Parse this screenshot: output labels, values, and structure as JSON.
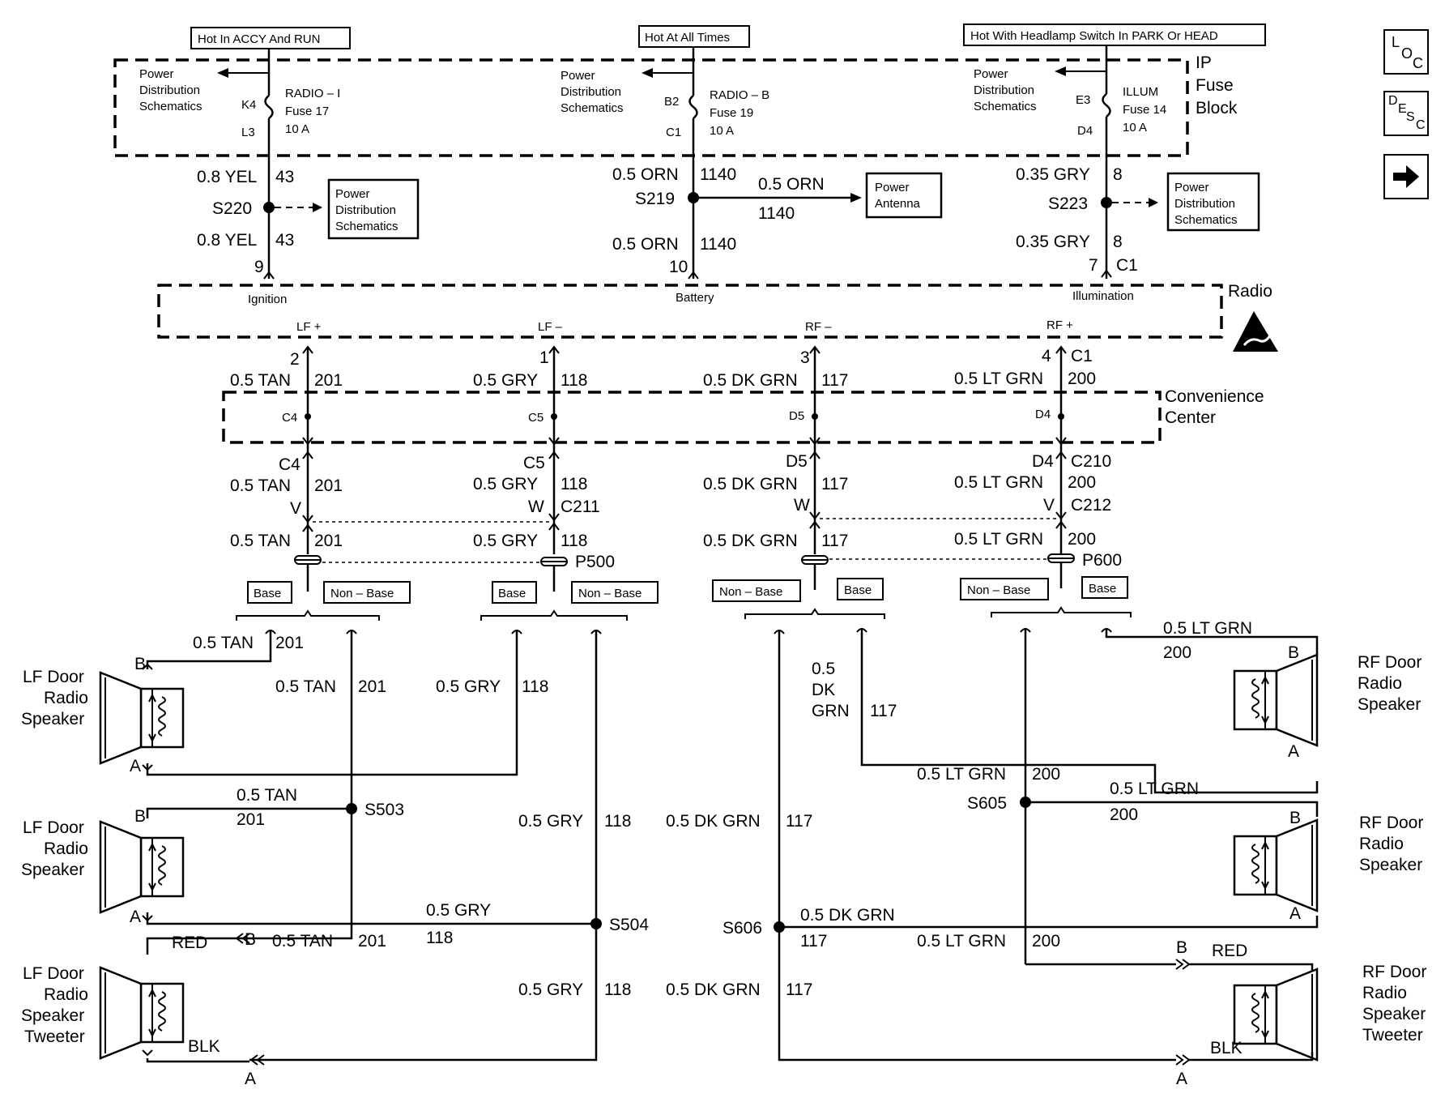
{
  "headers": {
    "accy_run": "Hot In ACCY And RUN",
    "all_times": "Hot At All Times",
    "headlamp": "Hot With Headlamp Switch In PARK Or HEAD"
  },
  "fuse_block": {
    "title_1": "IP",
    "title_2": "Fuse",
    "title_3": "Block",
    "pds_1": "Power",
    "pds_2": "Distribution",
    "pds_3": "Schematics",
    "radio_i": {
      "name": "RADIO – I",
      "fuse": "Fuse 17",
      "amps": "10 A",
      "in": "K4",
      "out": "L3"
    },
    "radio_b": {
      "name": "RADIO – B",
      "fuse": "Fuse 19",
      "amps": "10 A",
      "in": "B2",
      "out": "C1"
    },
    "illum": {
      "name": "ILLUM",
      "fuse": "Fuse 14",
      "amps": "10 A",
      "in": "E3",
      "out": "D4"
    }
  },
  "feeds": {
    "yel": "0.8 YEL",
    "yel_ckt": "43",
    "orn": "0.5 ORN",
    "orn_ckt": "1140",
    "gry": "0.35 GRY",
    "gry_ckt": "8",
    "s220": "S220",
    "s219": "S219",
    "s223": "S223",
    "pin_9": "9",
    "pin_10": "10",
    "pin_7": "7",
    "c1": "C1",
    "power_antenna_1": "Power",
    "power_antenna_2": "Antenna"
  },
  "radio": {
    "label": "Radio",
    "ignition": "Ignition",
    "battery": "Battery",
    "illumination": "Illumination",
    "lf_plus": "LF +",
    "lf_minus": "LF –",
    "rf_minus": "RF –",
    "rf_plus": "RF +",
    "pin_2": "2",
    "pin_1": "1",
    "pin_3": "3",
    "pin_4": "4"
  },
  "wires": {
    "tan": "0.5 TAN",
    "tan_ckt": "201",
    "gry": "0.5 GRY",
    "gry_ckt": "118",
    "dkgrn": "0.5 DK GRN",
    "dkgrn_ckt": "117",
    "ltgrn": "0.5 LT GRN",
    "ltgrn_ckt": "200",
    "dk_1": "0.5",
    "dk_2": "DK",
    "dk_3": "GRN",
    "red": "RED",
    "blk": "BLK"
  },
  "convenience": {
    "title_1": "Convenience",
    "title_2": "Center",
    "c4": "C4",
    "c5": "C5",
    "d5": "D5",
    "d4": "D4",
    "c210": "C210",
    "c211": "C211",
    "c212": "C212",
    "v": "V",
    "w": "W",
    "p500": "P500",
    "p600": "P600",
    "base": "Base",
    "non_base": "Non – Base"
  },
  "splices": {
    "s503": "S503",
    "s504": "S504",
    "s605": "S605",
    "s606": "S606"
  },
  "speakers": {
    "lf_door_1": "LF Door",
    "lf_door_2": "Radio",
    "lf_door_3": "Speaker",
    "rf_door_1": "RF Door",
    "rf_door_2": "Radio",
    "rf_door_3": "Speaker",
    "tweeter": "Tweeter",
    "a": "A",
    "b": "B"
  },
  "nav": {
    "loc_main": "L",
    "loc_sub_o": "O",
    "loc_sub_c": "C",
    "desc_main": "D",
    "desc_sub_e": "E",
    "desc_sub_s": "S",
    "desc_sub_c": "C",
    "next_icon": "arrow-right-icon"
  }
}
